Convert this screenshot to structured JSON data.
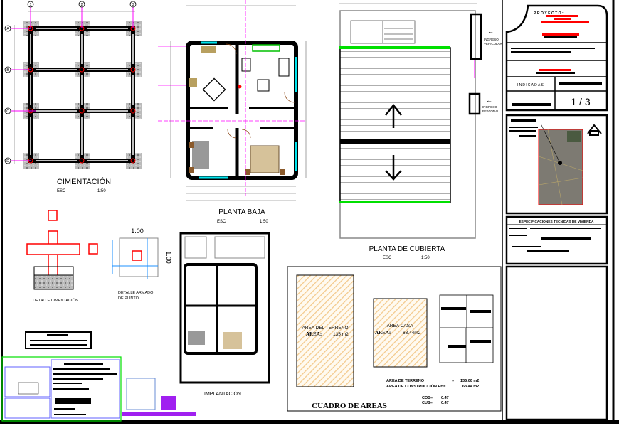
{
  "cimentacion": {
    "title": "CIMENTACIÓN",
    "esc_label": "ESC",
    "esc_value": "1:50",
    "axes_cols": [
      "1",
      "2",
      "3"
    ],
    "axes_rows": [
      "A",
      "B",
      "C",
      "D"
    ]
  },
  "planta_baja": {
    "title": "PLANTA BAJA",
    "esc_label": "ESC",
    "esc_value": "1:50"
  },
  "planta_cubierta": {
    "title": "PLANTA DE CUBIERTA",
    "esc_label": "ESC",
    "esc_value": "1:50",
    "ingreso_vehicular": [
      "INGRESO",
      "VEHICULAR"
    ],
    "ingreso_peatonal": [
      "INGRESO",
      "PEATONAL"
    ]
  },
  "detalle_cimentacion": {
    "title": "DETALLE CIMENTACIÓN"
  },
  "detalle_plinto": {
    "title_line1": "DETALLE ARMADO",
    "title_line2": "DE PLINTO",
    "width": "1.00",
    "height": "1.00"
  },
  "implantacion": {
    "title": "IMPLANTACIÓN"
  },
  "cuadro_areas": {
    "title": "CUADRO DE AREAS",
    "terreno_label": "AREA DEL TERRENO",
    "area_label": "AREA:",
    "terreno_value": "135 m2",
    "casa_label": "AREA CASA",
    "casa_value": "63.44m2",
    "summary": [
      {
        "label": "AREA DE TERRENO",
        "sep": "=",
        "value": "135.00 m2"
      },
      {
        "label": "AREA DE CONSTRUCCIÓN PB=",
        "sep": "",
        "value": "63.44 m2"
      }
    ],
    "cos_label": "COS=",
    "cos_value": "0.47",
    "cus_label": "CUS=",
    "cus_value": "0.47"
  },
  "title_block": {
    "proyecto_label": "PROYECTO:",
    "escala": "INDICADAS",
    "lamina": "1 / 3",
    "especificaciones": "ESPECIFICACIONES TECNICAS DE VIVIENDA"
  },
  "colors": {
    "accent_green": "#00e000",
    "magenta": "#ff00ff",
    "cyan": "#00e5ee",
    "red": "#ff0000",
    "hatch": "#f3c98a"
  }
}
